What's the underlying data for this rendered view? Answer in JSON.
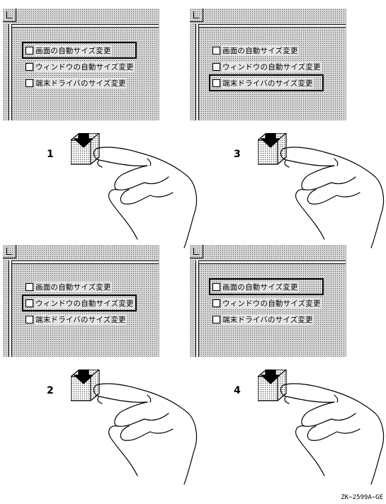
{
  "panels": [
    {
      "step": "1",
      "items": [
        "画面の自動サイズ変更",
        "ウィンドウの自動サイズ変更",
        "端末ドライバのサイズ変更"
      ],
      "selected_index": 0
    },
    {
      "step": "3",
      "items": [
        "画面の自動サイズ変更",
        "ウィンドウの自動サイズ変更",
        "端末ドライバのサイズ変更"
      ],
      "selected_index": 2
    },
    {
      "step": "2",
      "items": [
        "画面の自動サイズ変更",
        "ウィンドウの自動サイズ変更",
        "端末ドライバのサイズ変更"
      ],
      "selected_index": 1
    },
    {
      "step": "4",
      "items": [
        "画面の自動サイズ変更",
        "ウィンドウの自動サイズ変更",
        "端末ドライバのサイズ変更"
      ],
      "selected_index": 0
    }
  ],
  "figure_code": "ZK−2599A−GE",
  "icons": {
    "key": "down-arrow-key-icon",
    "hand": "pressing-hand-icon"
  }
}
